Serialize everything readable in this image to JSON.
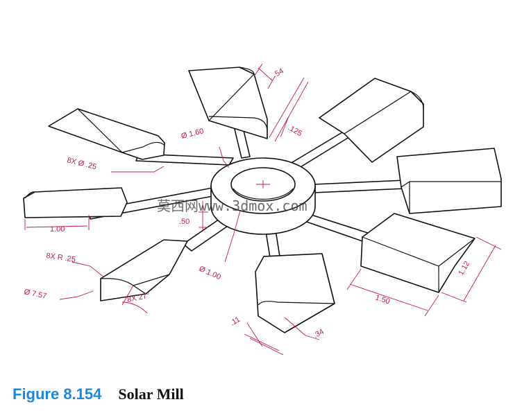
{
  "caption": {
    "figure_label": "Figure 8.154",
    "figure_title": "Solar Mill"
  },
  "dimensions": {
    "blade_width": ".54",
    "blade_thickness": ".125",
    "hub_outer_dia": "Ø 1.60",
    "arm_dia": "8X Ø .25",
    "arm_length": "1.00",
    "arm_offset": ".50",
    "fillet": "8X R .25",
    "overall_dia": "Ø 7.57",
    "angle": "8X 27°",
    "hub_inner_dia": "Ø 1.00",
    "tip_a": ".11",
    "tip_b": ".34",
    "blade_length": "1.50",
    "blade_height": "1.12"
  },
  "watermark": "莫西网www.3dmox.com",
  "colors": {
    "dimension": "#c2185b",
    "figure_label": "#1e88d6",
    "line": "#111111"
  }
}
